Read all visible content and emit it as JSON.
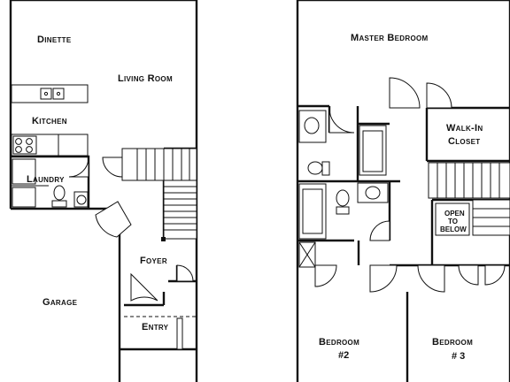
{
  "rooms": {
    "dinette": "Dinette",
    "living_room": "Living Room",
    "kitchen": "Kitchen",
    "laundry": "Laundry",
    "foyer": "Foyer",
    "garage": "Garage",
    "entry": "Entry",
    "master_bedroom": "Master Bedroom",
    "walk_in_closet_line1": "Walk-In",
    "walk_in_closet_line2": "Closet",
    "open_to_below_line1": "OPEN",
    "open_to_below_line2": "TO",
    "open_to_below_line3": "BELOW",
    "bedroom2_line1": "Bedroom",
    "bedroom2_line2": "#2",
    "bedroom3_line1": "Bedroom",
    "bedroom3_line2": "# 3"
  }
}
